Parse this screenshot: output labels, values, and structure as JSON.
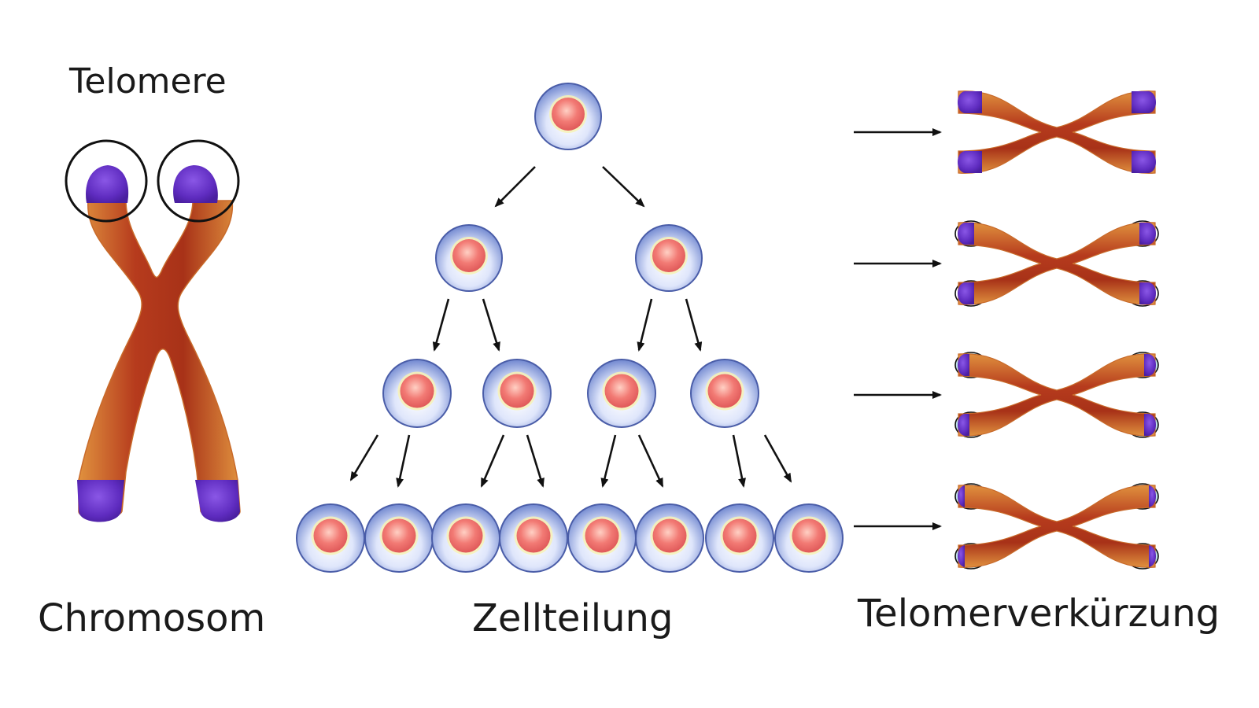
{
  "labels": {
    "telomere": "Telomere",
    "chromosome": "Chromosom",
    "cell_division": "Zellteilung",
    "telomere_shortening": "Telomerverkürzung"
  },
  "colors": {
    "chromatid_body": "#b8401c",
    "chromatid_edge": "#e08a3a",
    "telomere_cap": "#6a33c9",
    "lost_telomere": "#bfe3ea",
    "cell_outer": "#7f93d6",
    "cell_inner_glow": "#eef2ff",
    "nucleus": "#f47c7c",
    "nucleus_ring": "#f6f0a0",
    "ink": "#111111"
  },
  "cell_division": {
    "rows": [
      1,
      2,
      4,
      8
    ]
  },
  "telomere_shortening": {
    "stages": 4
  }
}
